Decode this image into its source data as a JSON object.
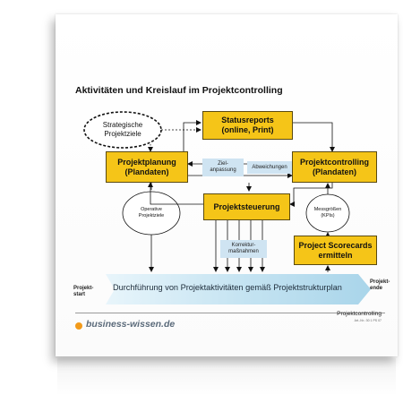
{
  "title": "Aktivitäten und Kreislauf im Projektcontrolling",
  "nodes": {
    "strategische_ziele": "Strategische\nProjektziele",
    "statusreports": "Statusreports\n(online, Print)",
    "projektplanung": "Projektplanung\n(Plandaten)",
    "projektcontrolling": "Projektcontrolling\n(Plandaten)",
    "zielanpassung": "Ziel-\nanpassung",
    "abweichungen": "Abweichungen",
    "projektsteuerung": "Projektsteuerung",
    "operative_ziele": "Operative\nProjektziele",
    "messgroessen": "Messgrößen\n(KPIs)",
    "korrekturmassnahmen": "Korrektur-\nmaßnahmen",
    "scorecards": "Project Scorecards\nermitteln"
  },
  "banner": {
    "text": "Durchführung von Projektaktivitäten gemäß Projektstrukturplan",
    "start": "Projekt-\nstart",
    "end": "Projekt-\nende"
  },
  "footer": {
    "logo": "business-wissen.de",
    "doc_name": "Projektcontrolling",
    "doc_no": "Art.-Nr.: 30 1 PS 07"
  },
  "colors": {
    "box_fill": "#f5c518",
    "label_fill": "#cfe4f2",
    "banner_fill": "#c9e6f3",
    "logo_accent": "#f29a1a"
  }
}
